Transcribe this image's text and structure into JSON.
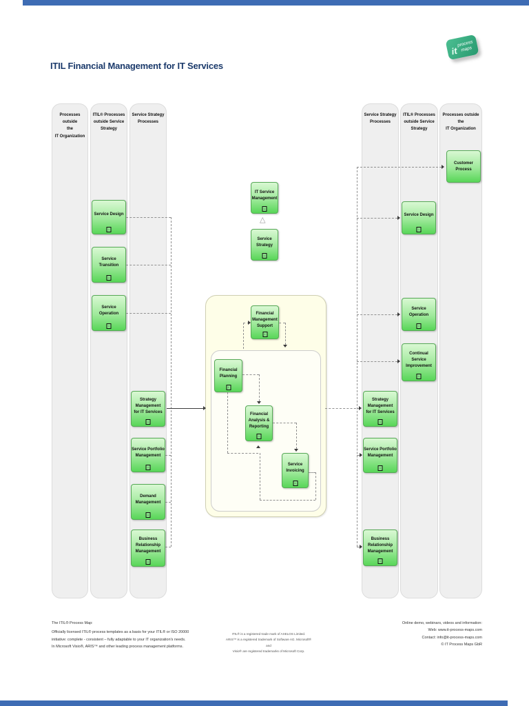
{
  "page": {
    "title": "ITIL Financial Management for IT Services",
    "logo": {
      "it": "it",
      "tagline": "process\nmaps"
    }
  },
  "colors": {
    "accent_green": "#5cd65c",
    "lane_gray": "#efefef",
    "title_blue": "#1b3a6b",
    "container_yellow": "#fefee8",
    "edge_blue": "#3e6cb4"
  },
  "lanes": [
    {
      "header": "Processes outside\nthe\nIT Organization",
      "boxes": []
    },
    {
      "header": "ITIL® Processes\noutside Service\nStrategy",
      "boxes": [
        {
          "label": "Service Design"
        },
        {
          "label": "Service\nTransition"
        },
        {
          "label": "Service\nOperation"
        }
      ]
    },
    {
      "header": "Service Strategy\nProcesses",
      "boxes": [
        {
          "label": "Strategy\nManagement\nfor IT Services"
        },
        {
          "label": "Service Portfolio\nManagement"
        },
        {
          "label": "Demand\nManagement"
        },
        {
          "label": "Business\nRelationship\nManagement"
        }
      ]
    },
    {
      "header": "Service Strategy\nProcesses",
      "boxes": [
        {
          "label": "Strategy\nManagement\nfor IT Services"
        },
        {
          "label": "Service Portfolio\nManagement"
        },
        {
          "label": "Business\nRelationship\nManagement"
        }
      ]
    },
    {
      "header": "ITIL® Processes\noutside Service\nStrategy",
      "boxes": [
        {
          "label": "Service Design"
        },
        {
          "label": "Service\nOperation"
        },
        {
          "label": "Continual\nService\nImprovement"
        }
      ]
    },
    {
      "header": "Processes outside\nthe\nIT Organization",
      "boxes": [
        {
          "label": "Customer\nProcess"
        }
      ]
    }
  ],
  "center": {
    "itsm": "IT Service\nManagement",
    "service_strategy": "Service Strategy",
    "fms": "Financial\nManagement\nSupport",
    "fp": "Financial\nPlanning",
    "far": "Financial\nAnalysis &\nReporting",
    "si": "Service Invoicing"
  },
  "footer": {
    "left_title": "The ITIL® Process Map:",
    "left_lines": [
      "Officially licensed ITIL® process templates as a basis for your ITIL® or ISO 20000",
      "initiative: complete - consistent – fully adaptable to your IT organization's needs.",
      "In Microsoft Visio®, ARIS™ and other leading process management platforms."
    ],
    "center_lines": [
      "ITIL® is a registered trade mark of AXELOS Limited.",
      "ARIS™ is a registered trademark of Software AG. Microsoft® and",
      "Visio® are registered trademarks of Microsoft Corp."
    ],
    "right_lines": [
      "Online demo, webinars, videos and information:",
      "Web: www.it-process-maps.com",
      "Contact: info@it-process-maps.com",
      "© IT Process Maps GbR"
    ]
  }
}
